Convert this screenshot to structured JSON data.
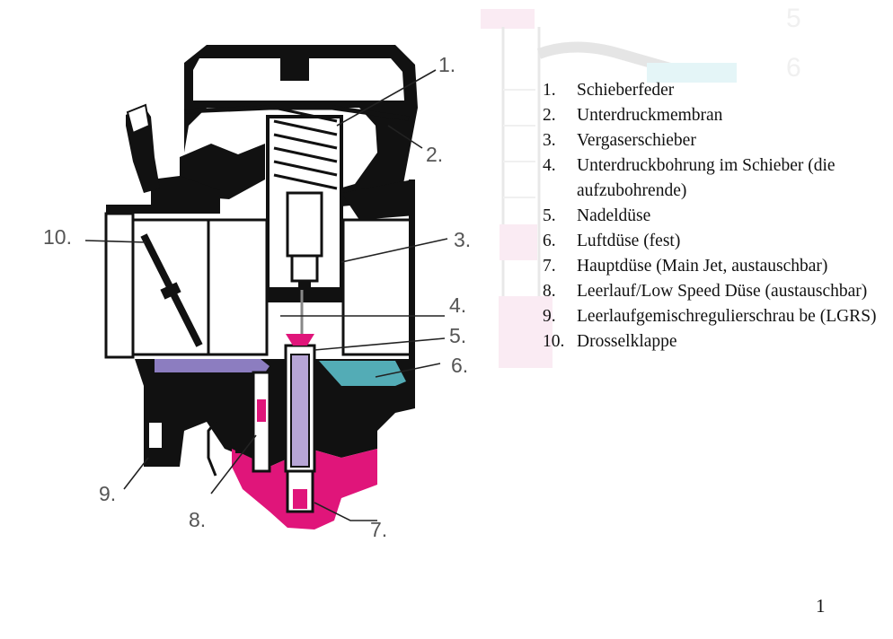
{
  "diagram": {
    "callouts": [
      "1.",
      "2.",
      "3.",
      "4.",
      "5.",
      "6.",
      "7.",
      "8.",
      "9.",
      "10."
    ],
    "colors": {
      "fuel": "#e0157a",
      "idle_circuit": "#8c7dc0",
      "air_jet": "#5fc8d4",
      "body": "#000000",
      "chamber": "#ffffff",
      "faded_overlay": "#f6dcea"
    }
  },
  "legend": [
    {
      "num": "1.",
      "text": "Schieberfeder"
    },
    {
      "num": "2.",
      "text": "Unterdruckmembran"
    },
    {
      "num": "3.",
      "text": "Vergaserschieber"
    },
    {
      "num": "4.",
      "text": "Unterdruckbohrung im Schieber (die aufzubohrende)"
    },
    {
      "num": "5.",
      "text": "Nadeldüse"
    },
    {
      "num": "6.",
      "text": "Luftdüse (fest)"
    },
    {
      "num": "7.",
      "text": "Hauptdüse (Main Jet, austauschbar)"
    },
    {
      "num": "8.",
      "text": "Leerlauf/Low Speed Düse (austauschbar)"
    },
    {
      "num": "9.",
      "text": "Leerlaufgemischregulierschrau be (LGRS)"
    },
    {
      "num": "10.",
      "text": "Drosselklappe"
    }
  ],
  "page_number": "1"
}
